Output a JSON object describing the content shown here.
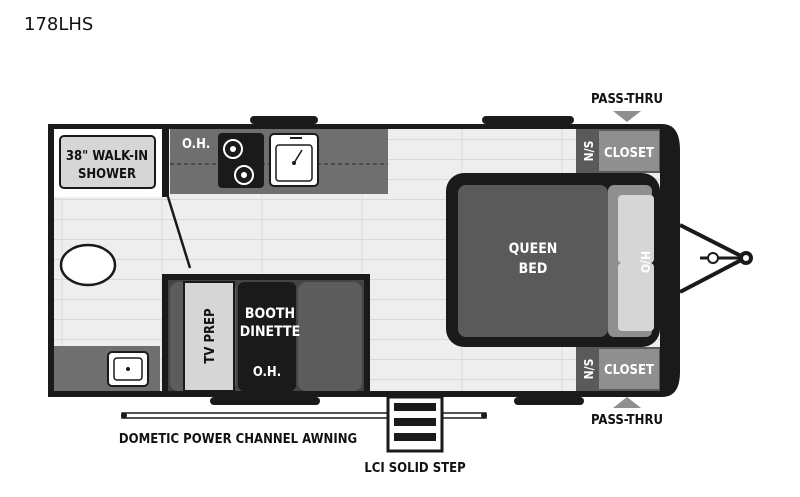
{
  "model": "178LHS",
  "labels": {
    "shower_line1": "38\" WALK-IN",
    "shower_line2": "SHOWER",
    "oh_kitchen": "O.H.",
    "ns_top": "N/S",
    "closet_top": "CLOSET",
    "pass_thru_top": "PASS-THRU",
    "bed_line1": "QUEEN",
    "bed_line2": "BED",
    "ho": "H/O",
    "booth_line1": "BOOTH",
    "booth_line2": "DINETTE",
    "oh_dinette": "O.H.",
    "tv_prep": "TV PREP",
    "ns_bottom": "N/S",
    "closet_bottom": "CLOSET",
    "pass_thru_bottom": "PASS-THRU",
    "awning": "DOMETIC POWER CHANNEL AWNING",
    "step": "LCI SOLID STEP"
  },
  "colors": {
    "wall": "#1a1a1a",
    "floor": "#ededed",
    "counter": "#6f6f6f",
    "bed": "#5a5a5a",
    "box_fill": "#d6d6d6",
    "arrow": "#8f8f8f"
  }
}
